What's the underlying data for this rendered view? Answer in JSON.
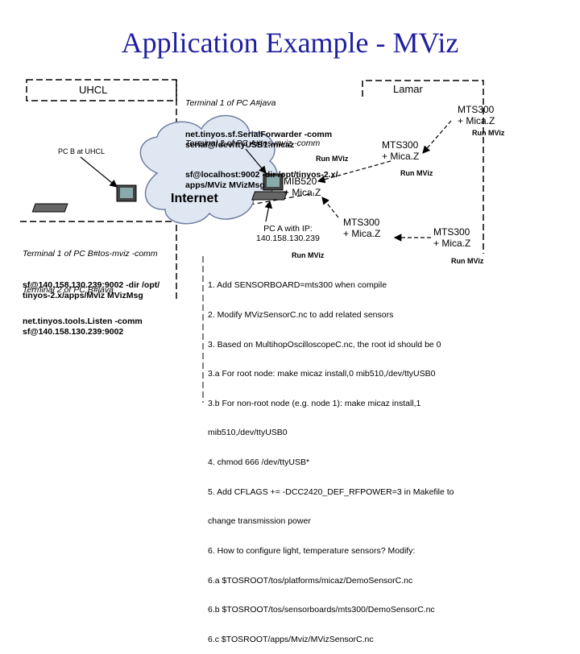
{
  "title": "Application Example - MViz",
  "uhcl_label": "UHCL",
  "lamar_label": "Lamar",
  "pc_b_label": "PC B at UHCL",
  "internet_label": "Internet",
  "mib520_label": "MIB520\n+ Mica.Z",
  "pc_a_label": "PC A with IP:\n140.158.130.239",
  "motes": [
    {
      "label": "MTS300\n+ Mica.Z",
      "run": "Run MViz"
    },
    {
      "label": "MTS300\n+ Mica.Z",
      "run": "Run MViz"
    },
    {
      "label": "MTS300\n+ Mica.Z",
      "run": "Run MViz"
    },
    {
      "label": "MTS300\n+ Mica.Z",
      "run": "Run MViz"
    }
  ],
  "run_mviz_extra": "Run MViz",
  "terminal_a1_head": "Terminal 1 of PC A#java",
  "terminal_a1_body": "net.tinyos.sf.SerialForwarder -comm\nserial@/dev/ttyUSB1:micaz",
  "terminal_a2_head": "Terminal 2 of PC A#tos-mviz -comm",
  "terminal_a2_body": "sf@localhost:9002 -dir /opt/tinyos-2.x/\napps/MViz MVizMsg",
  "terminal_b1_head": "Terminal 1 of PC B#tos-mviz -comm",
  "terminal_b1_body": "sf@140.158.130.239:9002 -dir /opt/\ntinyos-2.x/apps/Mviz MVizMsg",
  "terminal_b2_head": "Terminal 2 of PC B#java",
  "terminal_b2_body": "net.tinyos.tools.Listen -comm\nsf@140.158.130.239:9002",
  "steps": [
    "1. Add SENSORBOARD=mts300 when compile",
    "2. Modify MVizSensorC.nc to add related sensors",
    "3. Based on MultihopOscilloscopeC.nc, the root id should be 0",
    "3.a For root node: make micaz install,0 mib510,/dev/ttyUSB0",
    "3.b For non-root node (e.g. node 1): make micaz install,1",
    "mib510,/dev/ttyUSB0",
    "4. chmod 666 /dev/ttyUSB*",
    "5. Add CFLAGS += -DCC2420_DEF_RFPOWER=3 in Makefile to",
    "change transmission power",
    "6. How to configure light, temperature sensors? Modify:",
    "6.a $TOSROOT/tos/platforms/micaz/DemoSensorC.nc",
    "6.b $TOSROOT/tos/sensorboards/mts300/DemoSensorC.nc",
    "6.c $TOSROOT/apps/Mviz/MVizSensorC.nc"
  ]
}
